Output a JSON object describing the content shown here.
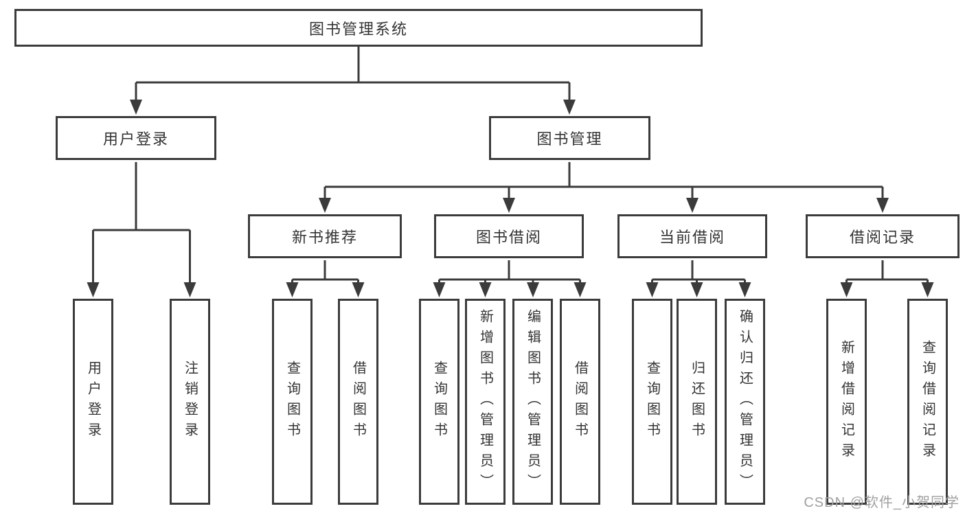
{
  "diagram": {
    "root": {
      "label": "图书管理系统"
    },
    "level2": {
      "user_login": {
        "label": "用户登录"
      },
      "book_mgmt": {
        "label": "图书管理"
      }
    },
    "level3": {
      "new_recommend": {
        "label": "新书推荐"
      },
      "book_borrow": {
        "label": "图书借阅"
      },
      "current_borrow": {
        "label": "当前借阅"
      },
      "borrow_records": {
        "label": "借阅记录"
      }
    },
    "leaves": [
      {
        "label": "用户登录"
      },
      {
        "label": "注销登录"
      },
      {
        "label": "查询图书"
      },
      {
        "label": "借阅图书"
      },
      {
        "label": "查询图书"
      },
      {
        "label": "新增图书（管理员）"
      },
      {
        "label": "编辑图书（管理员）"
      },
      {
        "label": "借阅图书"
      },
      {
        "label": "查询图书"
      },
      {
        "label": "归还图书"
      },
      {
        "label": "确认归还（管理员）"
      },
      {
        "label": "新增借阅记录"
      },
      {
        "label": "查询借阅记录"
      }
    ]
  },
  "watermark": {
    "text": "CSDN @软件_小贺同学"
  },
  "colors": {
    "line": "#3b3b3b",
    "text": "#333333",
    "watermark": "#a0a0a0",
    "background": "#ffffff"
  }
}
